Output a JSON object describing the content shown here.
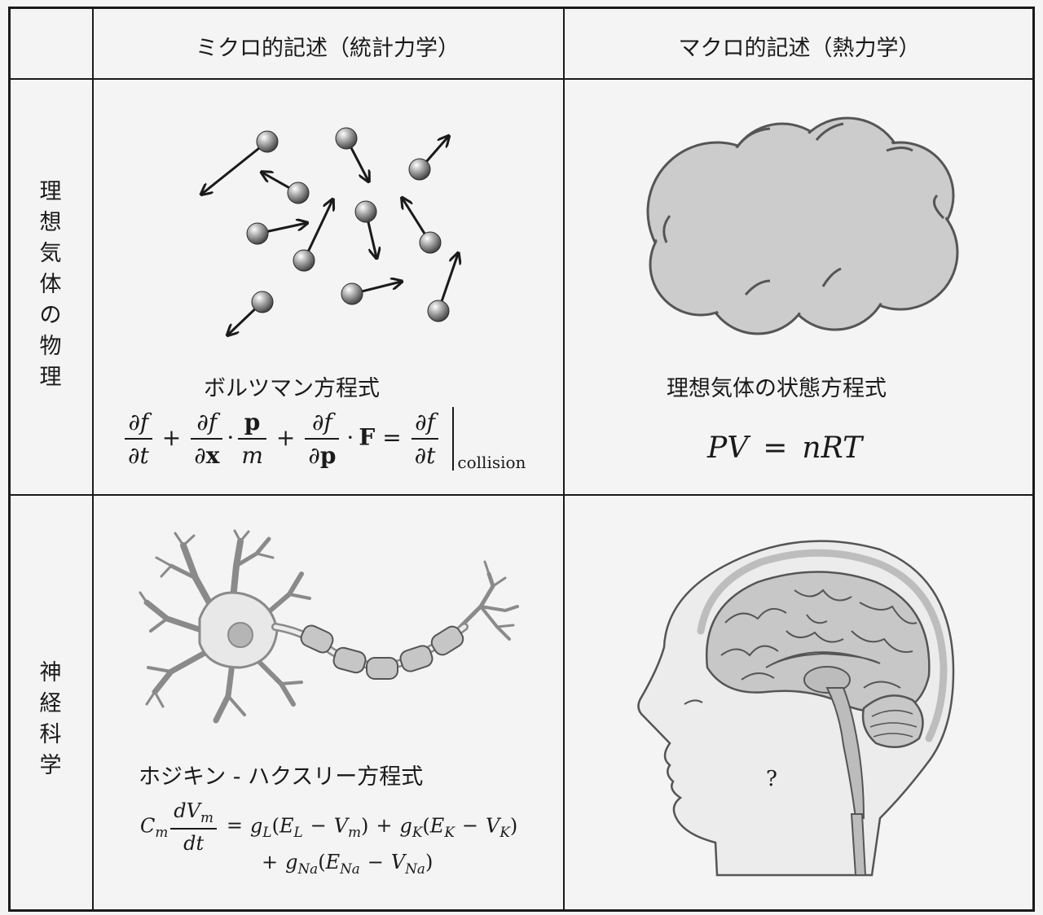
{
  "table": {
    "col_headers": {
      "micro": "ミクロ的記述（統計力学）",
      "macro": "マクロ的記述（熱力学）"
    },
    "row_labels": {
      "gas": [
        "理",
        "想",
        "気",
        "体",
        "の",
        "物",
        "理"
      ],
      "neuro": [
        "神",
        "経",
        "科",
        "学"
      ]
    }
  },
  "cells": {
    "gas_micro": {
      "caption": "ボルツマン方程式",
      "illustration": "gas-particles-with-velocity-arrows",
      "equation": {
        "partial": "∂",
        "f": "f",
        "t": "t",
        "x": "x",
        "p": "p",
        "m": "m",
        "F": "F",
        "plus": "+",
        "dot": "·",
        "equals": "=",
        "collision": "collision"
      }
    },
    "gas_macro": {
      "caption": "理想気体の状態方程式",
      "illustration": "cloud",
      "equation": {
        "lhs": "PV",
        "equals": "=",
        "rhs": "nRT"
      }
    },
    "neuro_micro": {
      "caption": "ホジキン - ハクスリー方程式",
      "illustration": "neuron",
      "equation": {
        "C": "C",
        "m": "m",
        "dV": "dV",
        "dt": "dt",
        "equals": "=",
        "plus": "+",
        "minus": "−",
        "gL": "g",
        "L": "L",
        "E": "E",
        "V": "V",
        "gK": "g",
        "K": "K",
        "gNa": "g",
        "Na": "Na",
        "lp": "(",
        "rp": ")"
      }
    },
    "neuro_macro": {
      "illustration": "human-head-brain-sagittal",
      "question": "?"
    }
  },
  "colors": {
    "line": "#1a1a1a",
    "background": "#f4f4f4",
    "fill_gray": "#cfcfcf",
    "fill_light": "#ebebeb",
    "outline_gray": "#6e6e6e"
  }
}
